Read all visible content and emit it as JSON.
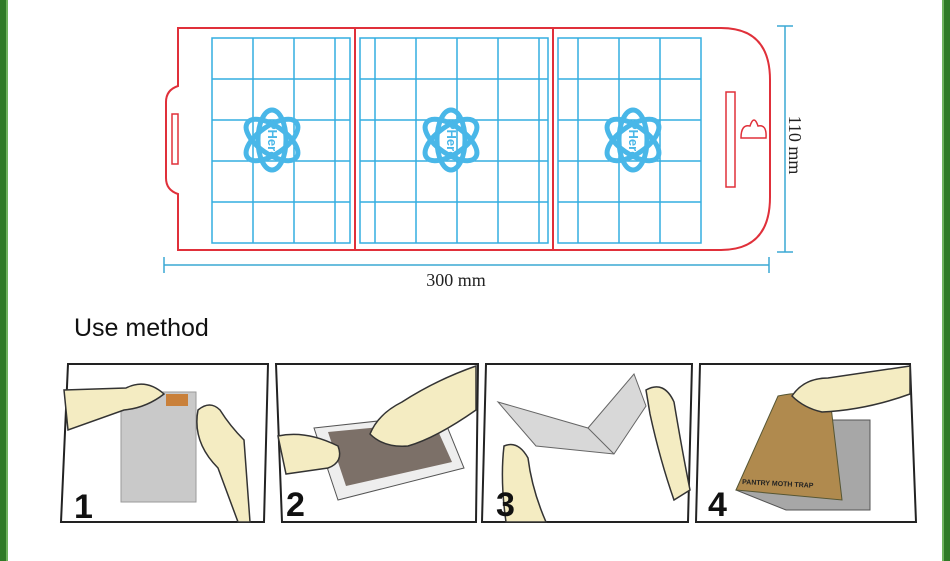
{
  "diagram": {
    "width_label": "300 mm",
    "height_label": "110 mm",
    "logo_text": "PHero"
  },
  "instructions": {
    "heading": "Use method",
    "steps": [
      {
        "number": "1"
      },
      {
        "number": "2"
      },
      {
        "number": "3"
      },
      {
        "number": "4",
        "label": "PANTRY MOTH TRAP"
      }
    ]
  },
  "colors": {
    "border": "#2f7a26",
    "outline": "#e0303a",
    "grid": "#34aee0",
    "logo": "#49b7e8",
    "dimension": "#3aa8d4"
  }
}
